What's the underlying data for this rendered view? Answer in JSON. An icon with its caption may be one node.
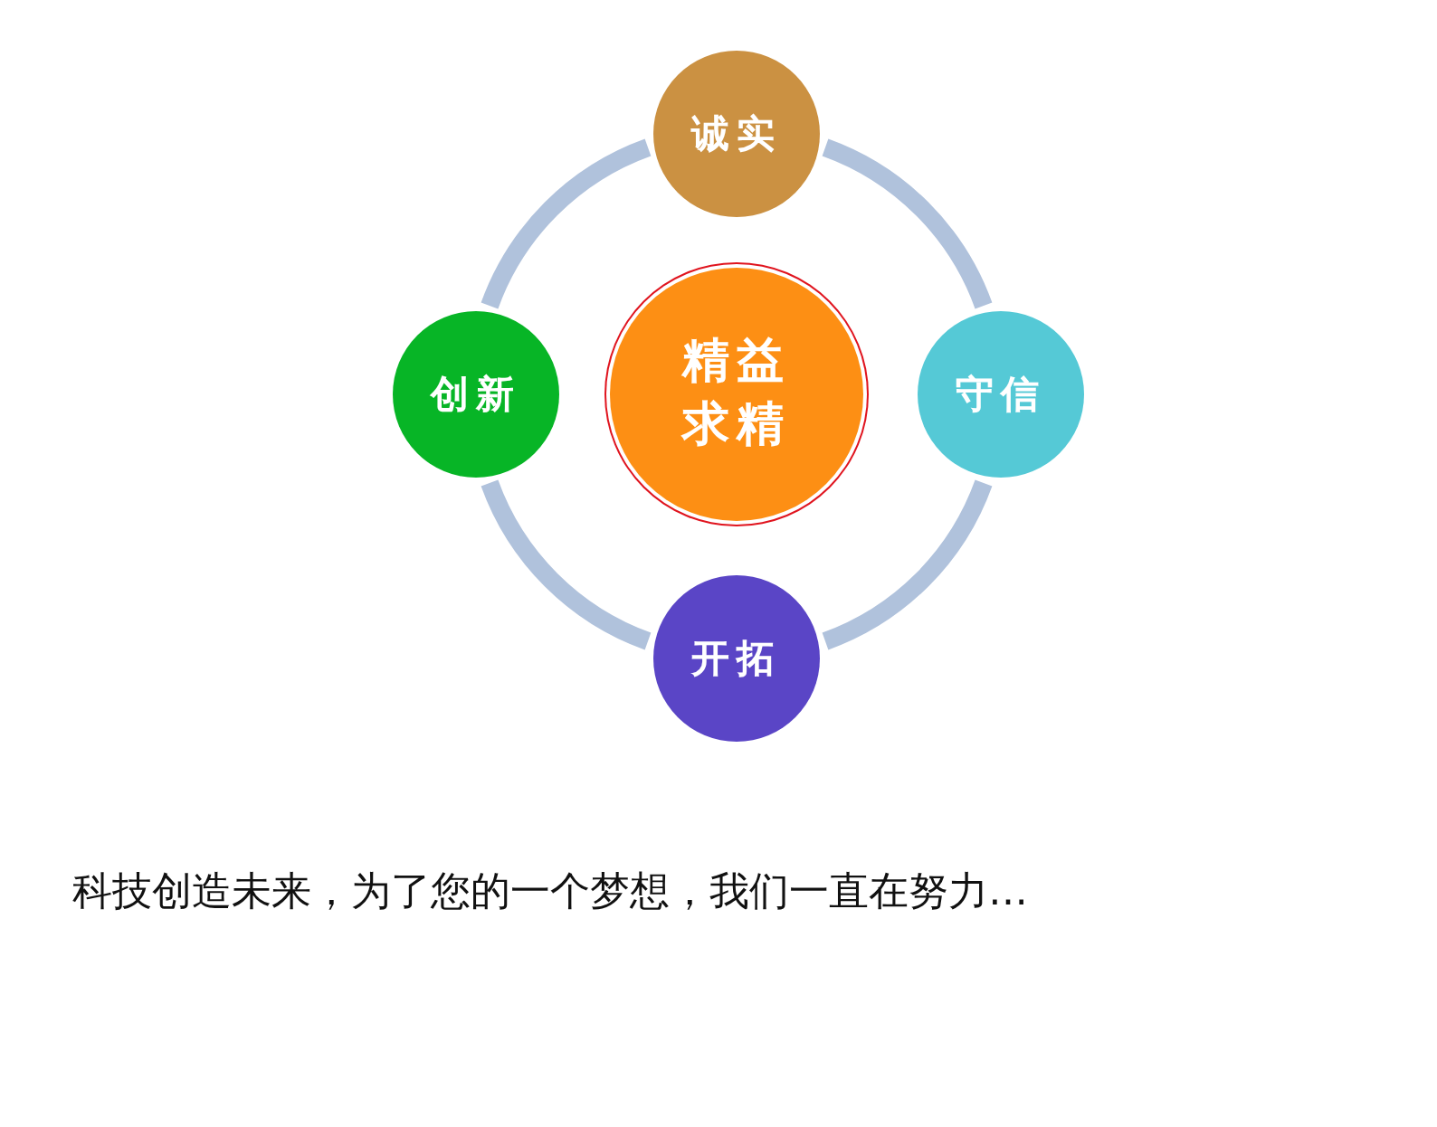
{
  "diagram": {
    "nodes": [
      {
        "text": [
          "诚实"
        ]
      },
      {
        "text": [
          "创新"
        ]
      },
      {
        "text": [
          "精益求精"
        ]
      },
      {
        "text": [
          "守信"
        ]
      },
      {
        "text": [
          "开拓"
        ]
      }
    ],
    "edges": [
      {
        "from": 0,
        "to": 3,
        "arrow": "none"
      },
      {
        "from": 3,
        "to": 4,
        "arrow": "none"
      },
      {
        "from": 4,
        "to": 1,
        "arrow": "none"
      },
      {
        "from": 1,
        "to": 0,
        "arrow": "none"
      }
    ],
    "labels": [
      "科技创造未来，为了您的一个梦想，我们一直在努力…"
    ]
  }
}
